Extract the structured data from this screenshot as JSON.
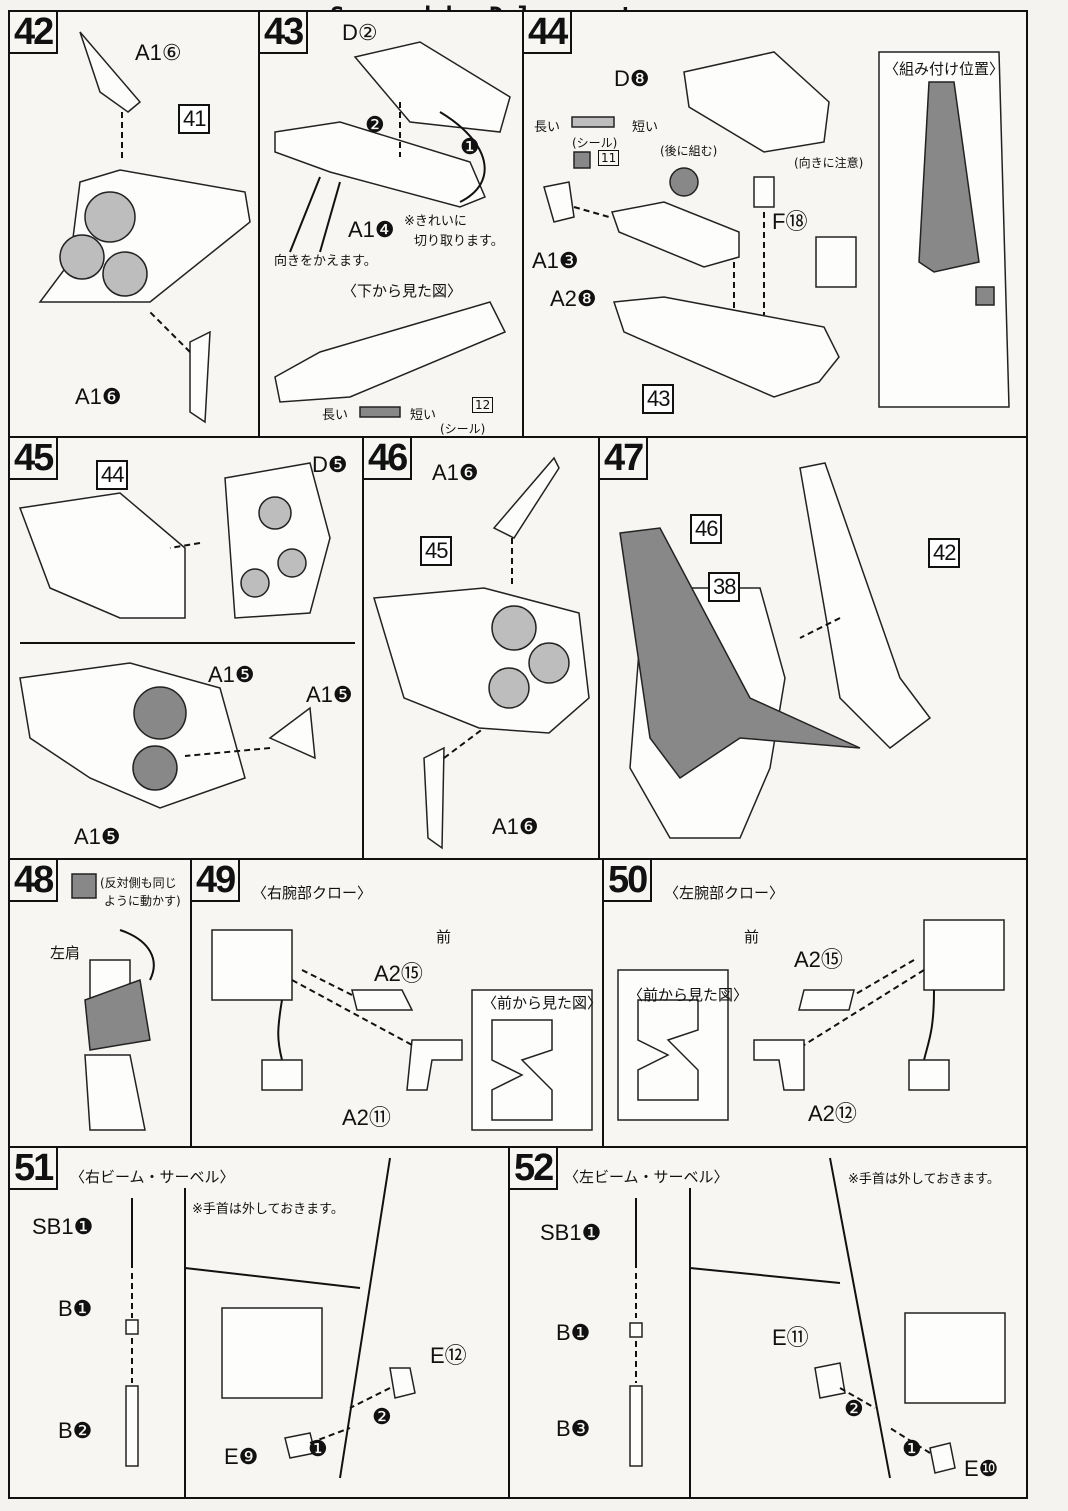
{
  "watermark": "Scanned by Dalong.net",
  "steps": {
    "s42": {
      "num": "42",
      "ref": "41",
      "part_top": "A1⑥",
      "part_bottom": "A1❻"
    },
    "s43": {
      "num": "43",
      "part_top": "D②",
      "part_mid": "A1❹",
      "step1": "❶",
      "step2": "❷",
      "note_cut": "※きれいに",
      "note_cut2": "切り取ります。",
      "note_turn": "向きをかえます。",
      "view_title": "〈下から見た図〉",
      "long": "長い",
      "short": "短い",
      "seal": "(シール)",
      "seal_num": "12"
    },
    "s44": {
      "num": "44",
      "part_d": "D❽",
      "part_a1": "A1❸",
      "part_a2": "A2❽",
      "part_f": "F⑱",
      "ref": "43",
      "long": "長い",
      "short": "短い",
      "seal": "(シール)",
      "seal_num": "11",
      "later": "(後に組む)",
      "caution": "(向きに注意)",
      "pos_title": "〈組み付け位置〉"
    },
    "s45": {
      "num": "45",
      "ref": "44",
      "part_d": "D❺",
      "a1": "A1❺",
      "a2": "A1❺",
      "a3": "A1❺"
    },
    "s46": {
      "num": "46",
      "ref": "45",
      "part_top": "A1❻",
      "part_bottom": "A1❻"
    },
    "s47": {
      "num": "47",
      "ref1": "46",
      "ref2": "38",
      "ref3": "42"
    },
    "s48": {
      "num": "48",
      "note1": "(反対側も同じ",
      "note2": "ように動かす)",
      "shoulder": "左肩"
    },
    "s49": {
      "num": "49",
      "title": "〈右腕部クロー〉",
      "front": "前",
      "p1": "A2⑮",
      "p2": "A2⑪",
      "view": "〈前から見た図〉"
    },
    "s50": {
      "num": "50",
      "title": "〈左腕部クロー〉",
      "front": "前",
      "p1": "A2⑮",
      "p2": "A2⑫",
      "view": "〈前から見た図〉"
    },
    "s51": {
      "num": "51",
      "title": "〈右ビーム・サーベル〉",
      "note": "※手首は外しておきます。",
      "sb": "SB1❶",
      "b1": "B❶",
      "b2": "B❷",
      "e1": "E⑫",
      "e2": "E❾",
      "st1": "❶",
      "st2": "❷"
    },
    "s52": {
      "num": "52",
      "title": "〈左ビーム・サーベル〉",
      "note": "※手首は外しておきます。",
      "sb": "SB1❶",
      "b1": "B❶",
      "b2": "B❸",
      "e1": "E⑪",
      "e2": "E❿",
      "st1": "❶",
      "st2": "❷"
    }
  }
}
